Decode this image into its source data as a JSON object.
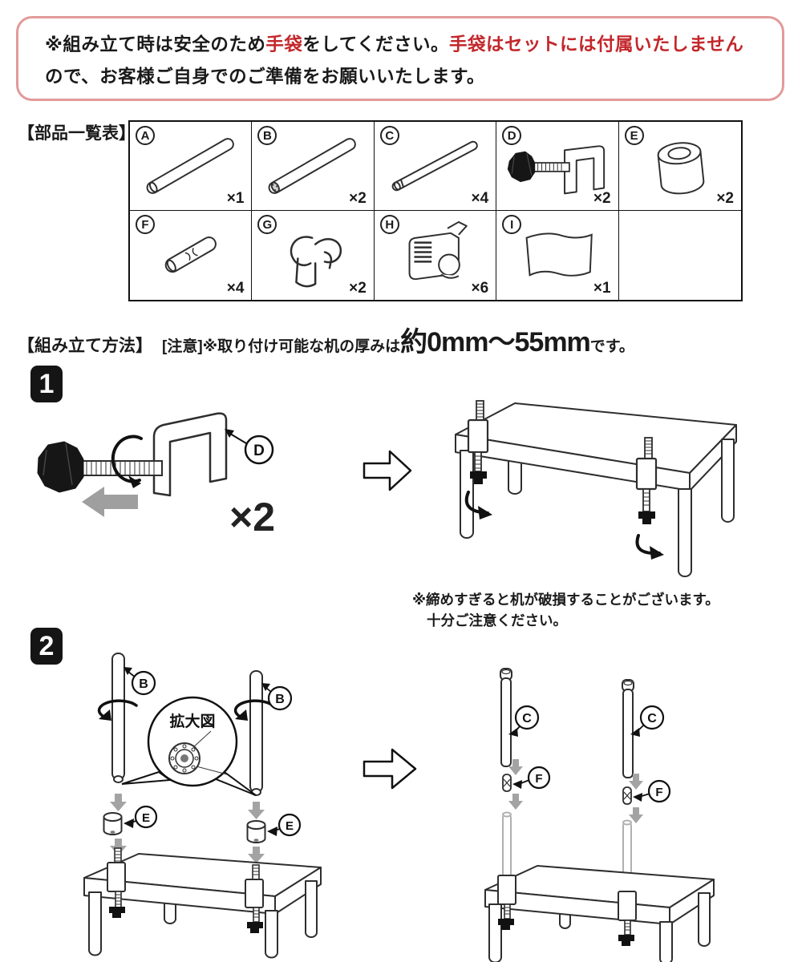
{
  "warning": {
    "border_color": "#e29a9a",
    "red_color": "#c3272b",
    "seg1": "※組み立て時は安全のため",
    "seg2": "手袋",
    "seg3": "をしてください。",
    "seg4": "手袋はセットには付属いたしません",
    "seg5": "ので、お客様ご自身でのご準備をお願いいたします。"
  },
  "parts_list": {
    "title": "【部品一覧表】",
    "parts": [
      {
        "letter": "A",
        "qty": "×1"
      },
      {
        "letter": "B",
        "qty": "×2"
      },
      {
        "letter": "C",
        "qty": "×4"
      },
      {
        "letter": "D",
        "qty": "×2"
      },
      {
        "letter": "E",
        "qty": "×2"
      },
      {
        "letter": "F",
        "qty": "×4"
      },
      {
        "letter": "G",
        "qty": "×2"
      },
      {
        "letter": "H",
        "qty": "×6"
      },
      {
        "letter": "I",
        "qty": "×1"
      }
    ]
  },
  "assembly_heading": {
    "title": "【組み立て方法】",
    "note_text": "[注意]※取り付け可能な机の厚みは",
    "note_range": "約0mm〜55mm",
    "note_suffix": "です。"
  },
  "step1": {
    "number": "1",
    "clamp_label": "D",
    "multiplier": "×2",
    "caution_line1": "※締めすぎると机が破損することがございます。",
    "caution_line2": "十分ご注意ください。"
  },
  "step2": {
    "number": "2",
    "pipe_label": "B",
    "magnifier_label": "拡大図",
    "spacer_label": "E",
    "pole_label": "C",
    "joint_label": "F"
  }
}
